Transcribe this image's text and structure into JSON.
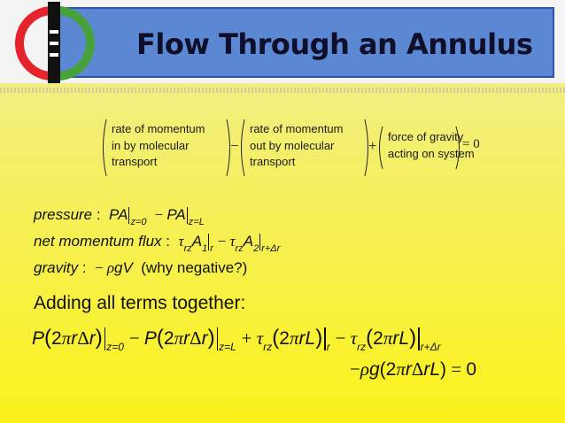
{
  "slide": {
    "title": "Flow Through an Annulus",
    "balance": {
      "term1": [
        "rate of momentum",
        "in by molecular",
        "transport"
      ],
      "term2": [
        "rate of momentum",
        "out by molecular",
        "transport"
      ],
      "term3": [
        "force of gravity",
        "acting on system"
      ],
      "op_minus": "−",
      "op_plus": "+",
      "equals_zero": "= 0"
    },
    "pressure_label": "pressure",
    "net_flux_label": "net momentum flux",
    "gravity_label": "gravity",
    "why_negative": "(why negative?)",
    "adding_all_terms": "Adding all terms together:",
    "sub_z0": "z=0",
    "sub_zL": "z=L",
    "sub_r": "r",
    "sub_rdr": "r+Δr",
    "sub_rz": "rz"
  },
  "colors": {
    "title_bar": "#5b87d3",
    "background": "#fbf21a",
    "logo_red": "#e5232b",
    "logo_green": "#47a13a"
  }
}
